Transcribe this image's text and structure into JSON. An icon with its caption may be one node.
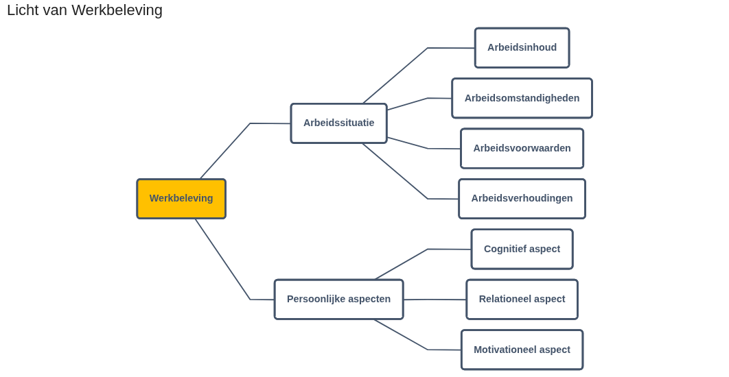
{
  "diagram": {
    "title": "Licht van Werkbeleving",
    "nodes": [
      {
        "text": [
          "Werkbeleving"
        ]
      },
      {
        "text": [
          "Arbeidssituatie"
        ]
      },
      {
        "text": [
          "Persoonlijke aspecten"
        ]
      },
      {
        "text": [
          "Arbeidsinhoud"
        ]
      },
      {
        "text": [
          "Arbeidsomstandigheden"
        ]
      },
      {
        "text": [
          "Arbeidsvoorwaarden"
        ]
      },
      {
        "text": [
          "Arbeidsverhoudingen"
        ]
      },
      {
        "text": [
          "Cognitief aspect"
        ]
      },
      {
        "text": [
          "Relationeel aspect"
        ]
      },
      {
        "text": [
          "Motivationeel aspect"
        ]
      }
    ],
    "edges": [
      {
        "from": 0,
        "to": 1,
        "arrow": "none"
      },
      {
        "from": 0,
        "to": 2,
        "arrow": "none"
      },
      {
        "from": 1,
        "to": 3,
        "arrow": "none"
      },
      {
        "from": 1,
        "to": 4,
        "arrow": "none"
      },
      {
        "from": 1,
        "to": 5,
        "arrow": "none"
      },
      {
        "from": 1,
        "to": 6,
        "arrow": "none"
      },
      {
        "from": 2,
        "to": 7,
        "arrow": "none"
      },
      {
        "from": 2,
        "to": 8,
        "arrow": "none"
      },
      {
        "from": 2,
        "to": 9,
        "arrow": "none"
      }
    ]
  }
}
